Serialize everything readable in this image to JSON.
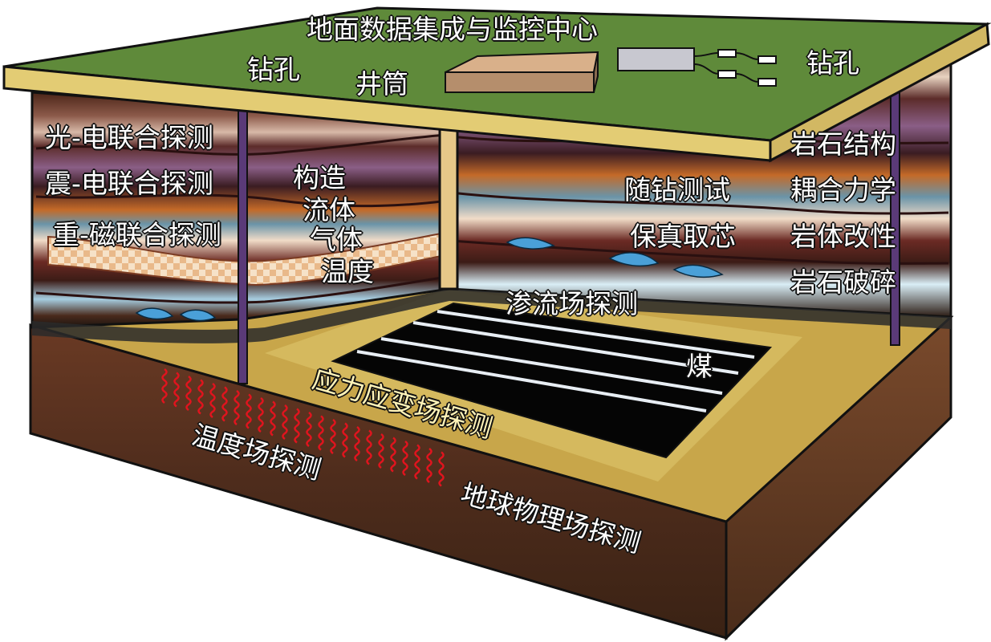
{
  "labels": {
    "center": "地面数据集成与监控中心",
    "borehole_left": "钻孔",
    "borehole_right": "钻孔",
    "shaft": "井筒",
    "photo_electric": "光-电联合探测",
    "seismic_electric": "震-电联合探测",
    "gravity_magnetic": "重-磁联合探测",
    "structure": "构造",
    "fluid": "流体",
    "gas": "气体",
    "temperature": "温度",
    "rock_structure": "岩石结构",
    "coupled_mechanics": "耦合力学",
    "rock_modification": "岩体改性",
    "rock_breaking": "岩石破碎",
    "mwd_test": "随钻测试",
    "core_preservation": "保真取芯",
    "seepage_field": "渗流场探测",
    "coal": "煤",
    "stress_strain_field": "应力应变场探测",
    "temperature_field": "温度场探测",
    "geophysical_field": "地球物理场探测"
  },
  "colors": {
    "surface_green": "#5f8a3a",
    "surface_edge": "#e3cc74",
    "soil_brown": "#5a3320",
    "coal_black": "#050505",
    "heat_red": "#e0141e"
  }
}
